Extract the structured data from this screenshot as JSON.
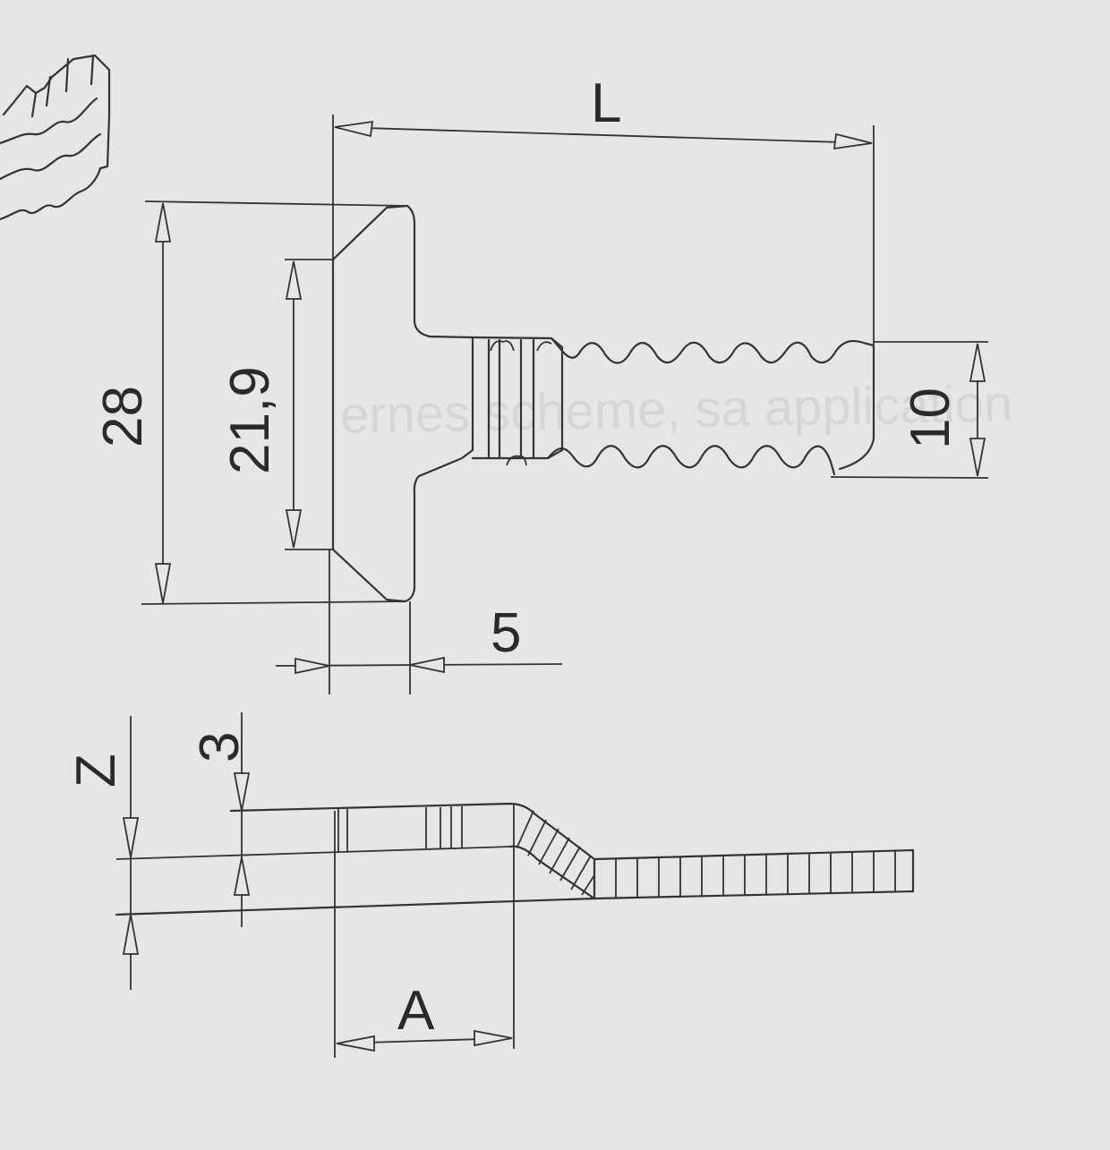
{
  "diagram": {
    "background": "#e6e6e4",
    "line_color": "#333333",
    "labels": {
      "L": "L",
      "h28": "28",
      "h219": "21,9",
      "w5": "5",
      "d10": "10",
      "Z": "Z",
      "t3": "3",
      "A": "A"
    },
    "ghost_text": "ernes scheme, sa application"
  }
}
